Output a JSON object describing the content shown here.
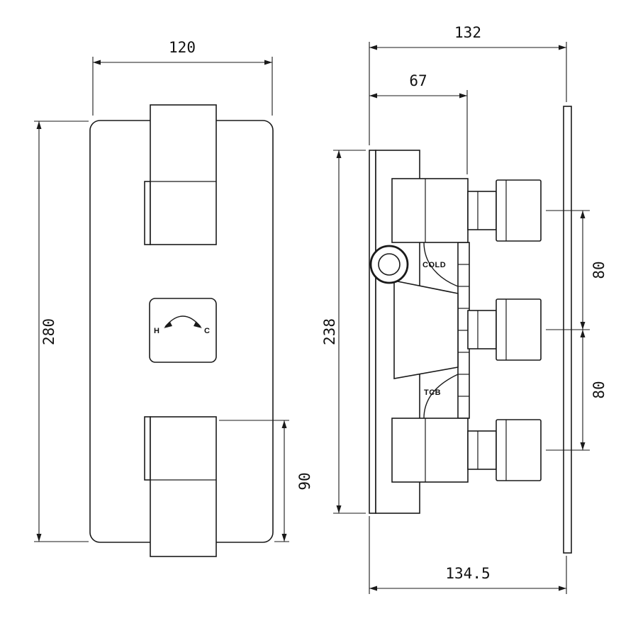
{
  "front_view": {
    "dims": {
      "width": "120",
      "height": "280",
      "handle_height": "90"
    },
    "dial": {
      "hot": "H",
      "cold": "C"
    }
  },
  "side_view": {
    "dims": {
      "overall_depth": "132",
      "body_depth": "67",
      "body_height": "238",
      "port_spacing_top": "80",
      "port_spacing_bottom": "80",
      "faceplate_width": "134.5"
    },
    "labels": {
      "cold_port": "COLD",
      "cartridge": "TCB"
    }
  }
}
